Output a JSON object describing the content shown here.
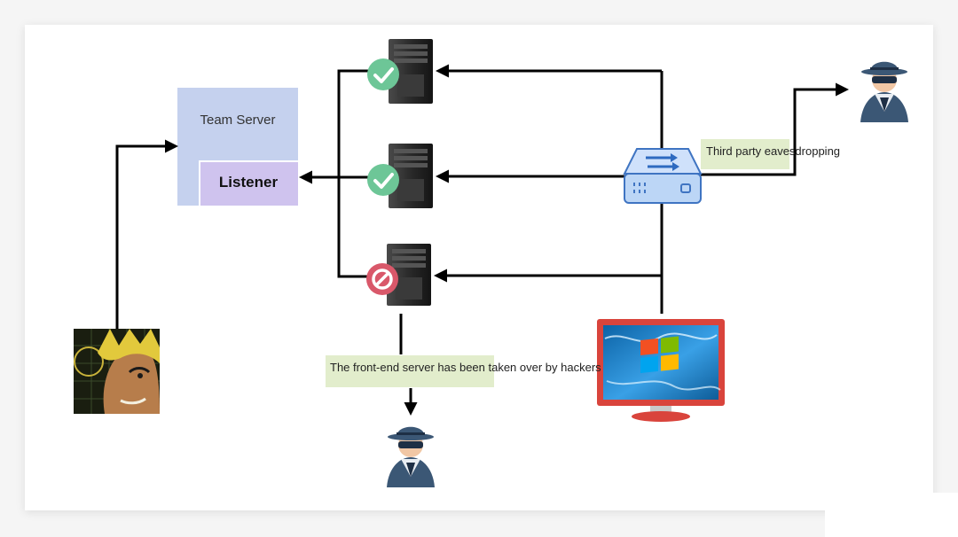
{
  "team_server": {
    "title": "Team Server",
    "listener": "Listener"
  },
  "labels": {
    "third_party": "Third party eavesdropping",
    "front_end_taken": "The front-end server has been taken over by hackers"
  },
  "servers": [
    {
      "status": "ok"
    },
    {
      "status": "ok"
    },
    {
      "status": "blocked"
    }
  ],
  "colors": {
    "team_server_box": "#c5d1ee",
    "listener_box": "#cfc3ee",
    "note_bg": "#e2edcc",
    "check_badge": "#6dc697",
    "block_badge": "#d9586a",
    "router": "#bcd6f6",
    "monitor_frame": "#d9443c",
    "hacker": "#3b5775"
  },
  "icons": [
    "server-icon",
    "check-badge-icon",
    "blocked-badge-icon",
    "router-icon",
    "hacker-icon",
    "windows-monitor-icon",
    "operator-avatar-icon"
  ]
}
